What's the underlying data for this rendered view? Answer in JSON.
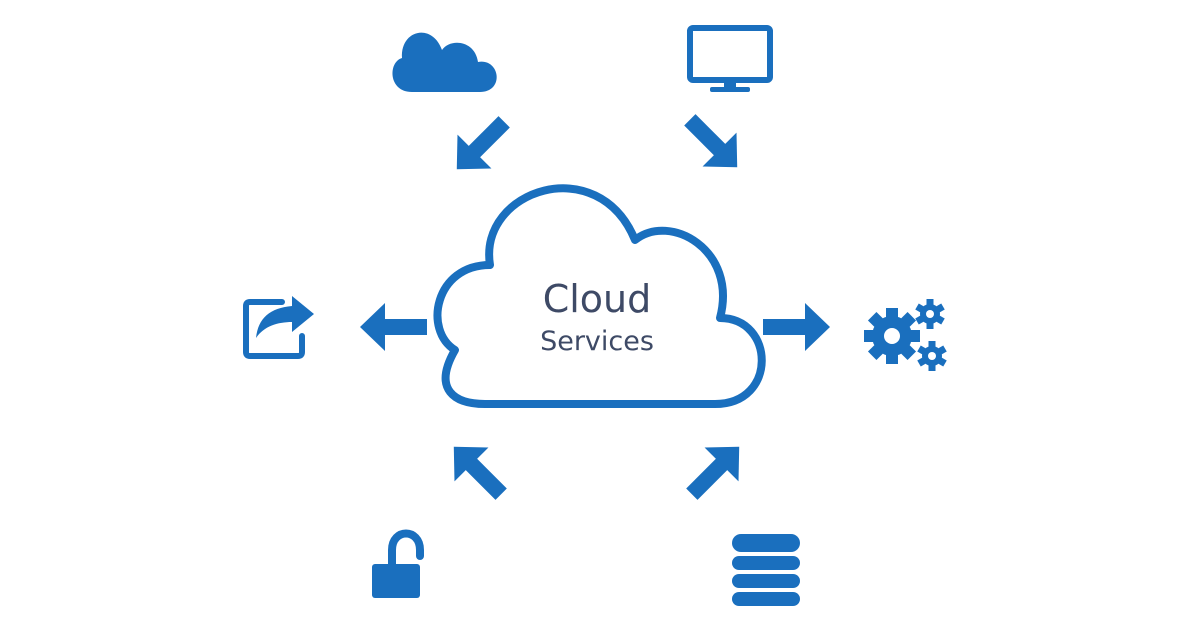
{
  "center": {
    "title": "Cloud",
    "subtitle": "Services"
  },
  "colors": {
    "primary": "#1a6fbe",
    "text": "#3e4a66",
    "background": "#ffffff"
  },
  "nodes": [
    {
      "icon": "cloud-icon",
      "direction": "up-left"
    },
    {
      "icon": "monitor-icon",
      "direction": "up-right"
    },
    {
      "icon": "share-icon",
      "direction": "left"
    },
    {
      "icon": "gears-icon",
      "direction": "right"
    },
    {
      "icon": "unlock-icon",
      "direction": "down-left"
    },
    {
      "icon": "database-icon",
      "direction": "down-right"
    }
  ]
}
